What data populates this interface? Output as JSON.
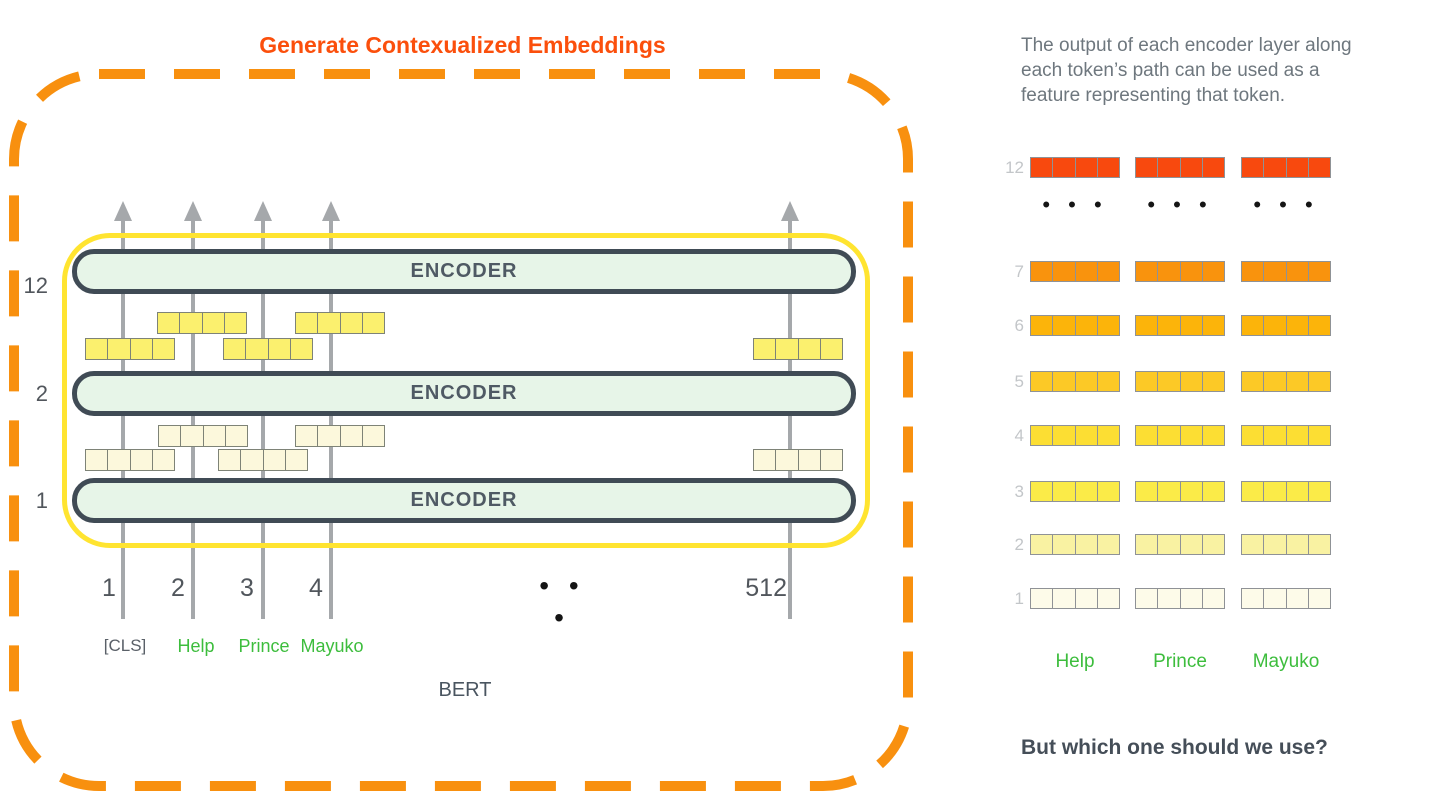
{
  "title": "Generate Contexualized Embeddings",
  "bert": {
    "label": "BERT",
    "encoder_label": "ENCODER",
    "layer_labels": [
      "12",
      "2",
      "1"
    ],
    "positions": [
      "1",
      "2",
      "3",
      "4"
    ],
    "last_position": "512",
    "ellipsis": "• • •",
    "tokens": [
      "[CLS]",
      "Help",
      "Prince",
      "Mayuko"
    ]
  },
  "right": {
    "caption_lines": [
      "The output of each encoder layer along",
      "each token’s path can be used as a",
      "feature representing that token."
    ],
    "ellipsis": "• • •",
    "rows": [
      {
        "label": "12",
        "color": "#F8490E",
        "dots": false
      },
      {
        "label": "",
        "color": "",
        "dots": true
      },
      {
        "label": "7",
        "color": "#F9930D",
        "dots": false
      },
      {
        "label": "6",
        "color": "#FCB40A",
        "dots": false
      },
      {
        "label": "5",
        "color": "#FCC926",
        "dots": false
      },
      {
        "label": "4",
        "color": "#FCDE33",
        "dots": false
      },
      {
        "label": "3",
        "color": "#FBEB48",
        "dots": false
      },
      {
        "label": "2",
        "color": "#F9F2A2",
        "dots": false
      },
      {
        "label": "1",
        "color": "#FDFBE9",
        "dots": false
      }
    ],
    "tokens": [
      "Help",
      "Prince",
      "Mayuko"
    ],
    "question": "But which one should we use?"
  },
  "colors": {
    "title_orange": "#FB4F0C",
    "dash_orange": "#F8900F",
    "outer_yellow": "#FFE430",
    "encoder_fill": "#E7F5E8",
    "encoder_border": "#404B55",
    "encoder_text": "#4F5A64",
    "line_gray": "#A5A8AB",
    "vector_bright": "#FBF06E",
    "vector_pale": "#FCF8DC",
    "vector_border": "#7E8377",
    "token_green": "#3DBD3D",
    "label_gray": "#51565C",
    "caption_gray": "#6E777E",
    "row_label_gray": "#C3C6C9",
    "question_dark": "#454E58"
  }
}
